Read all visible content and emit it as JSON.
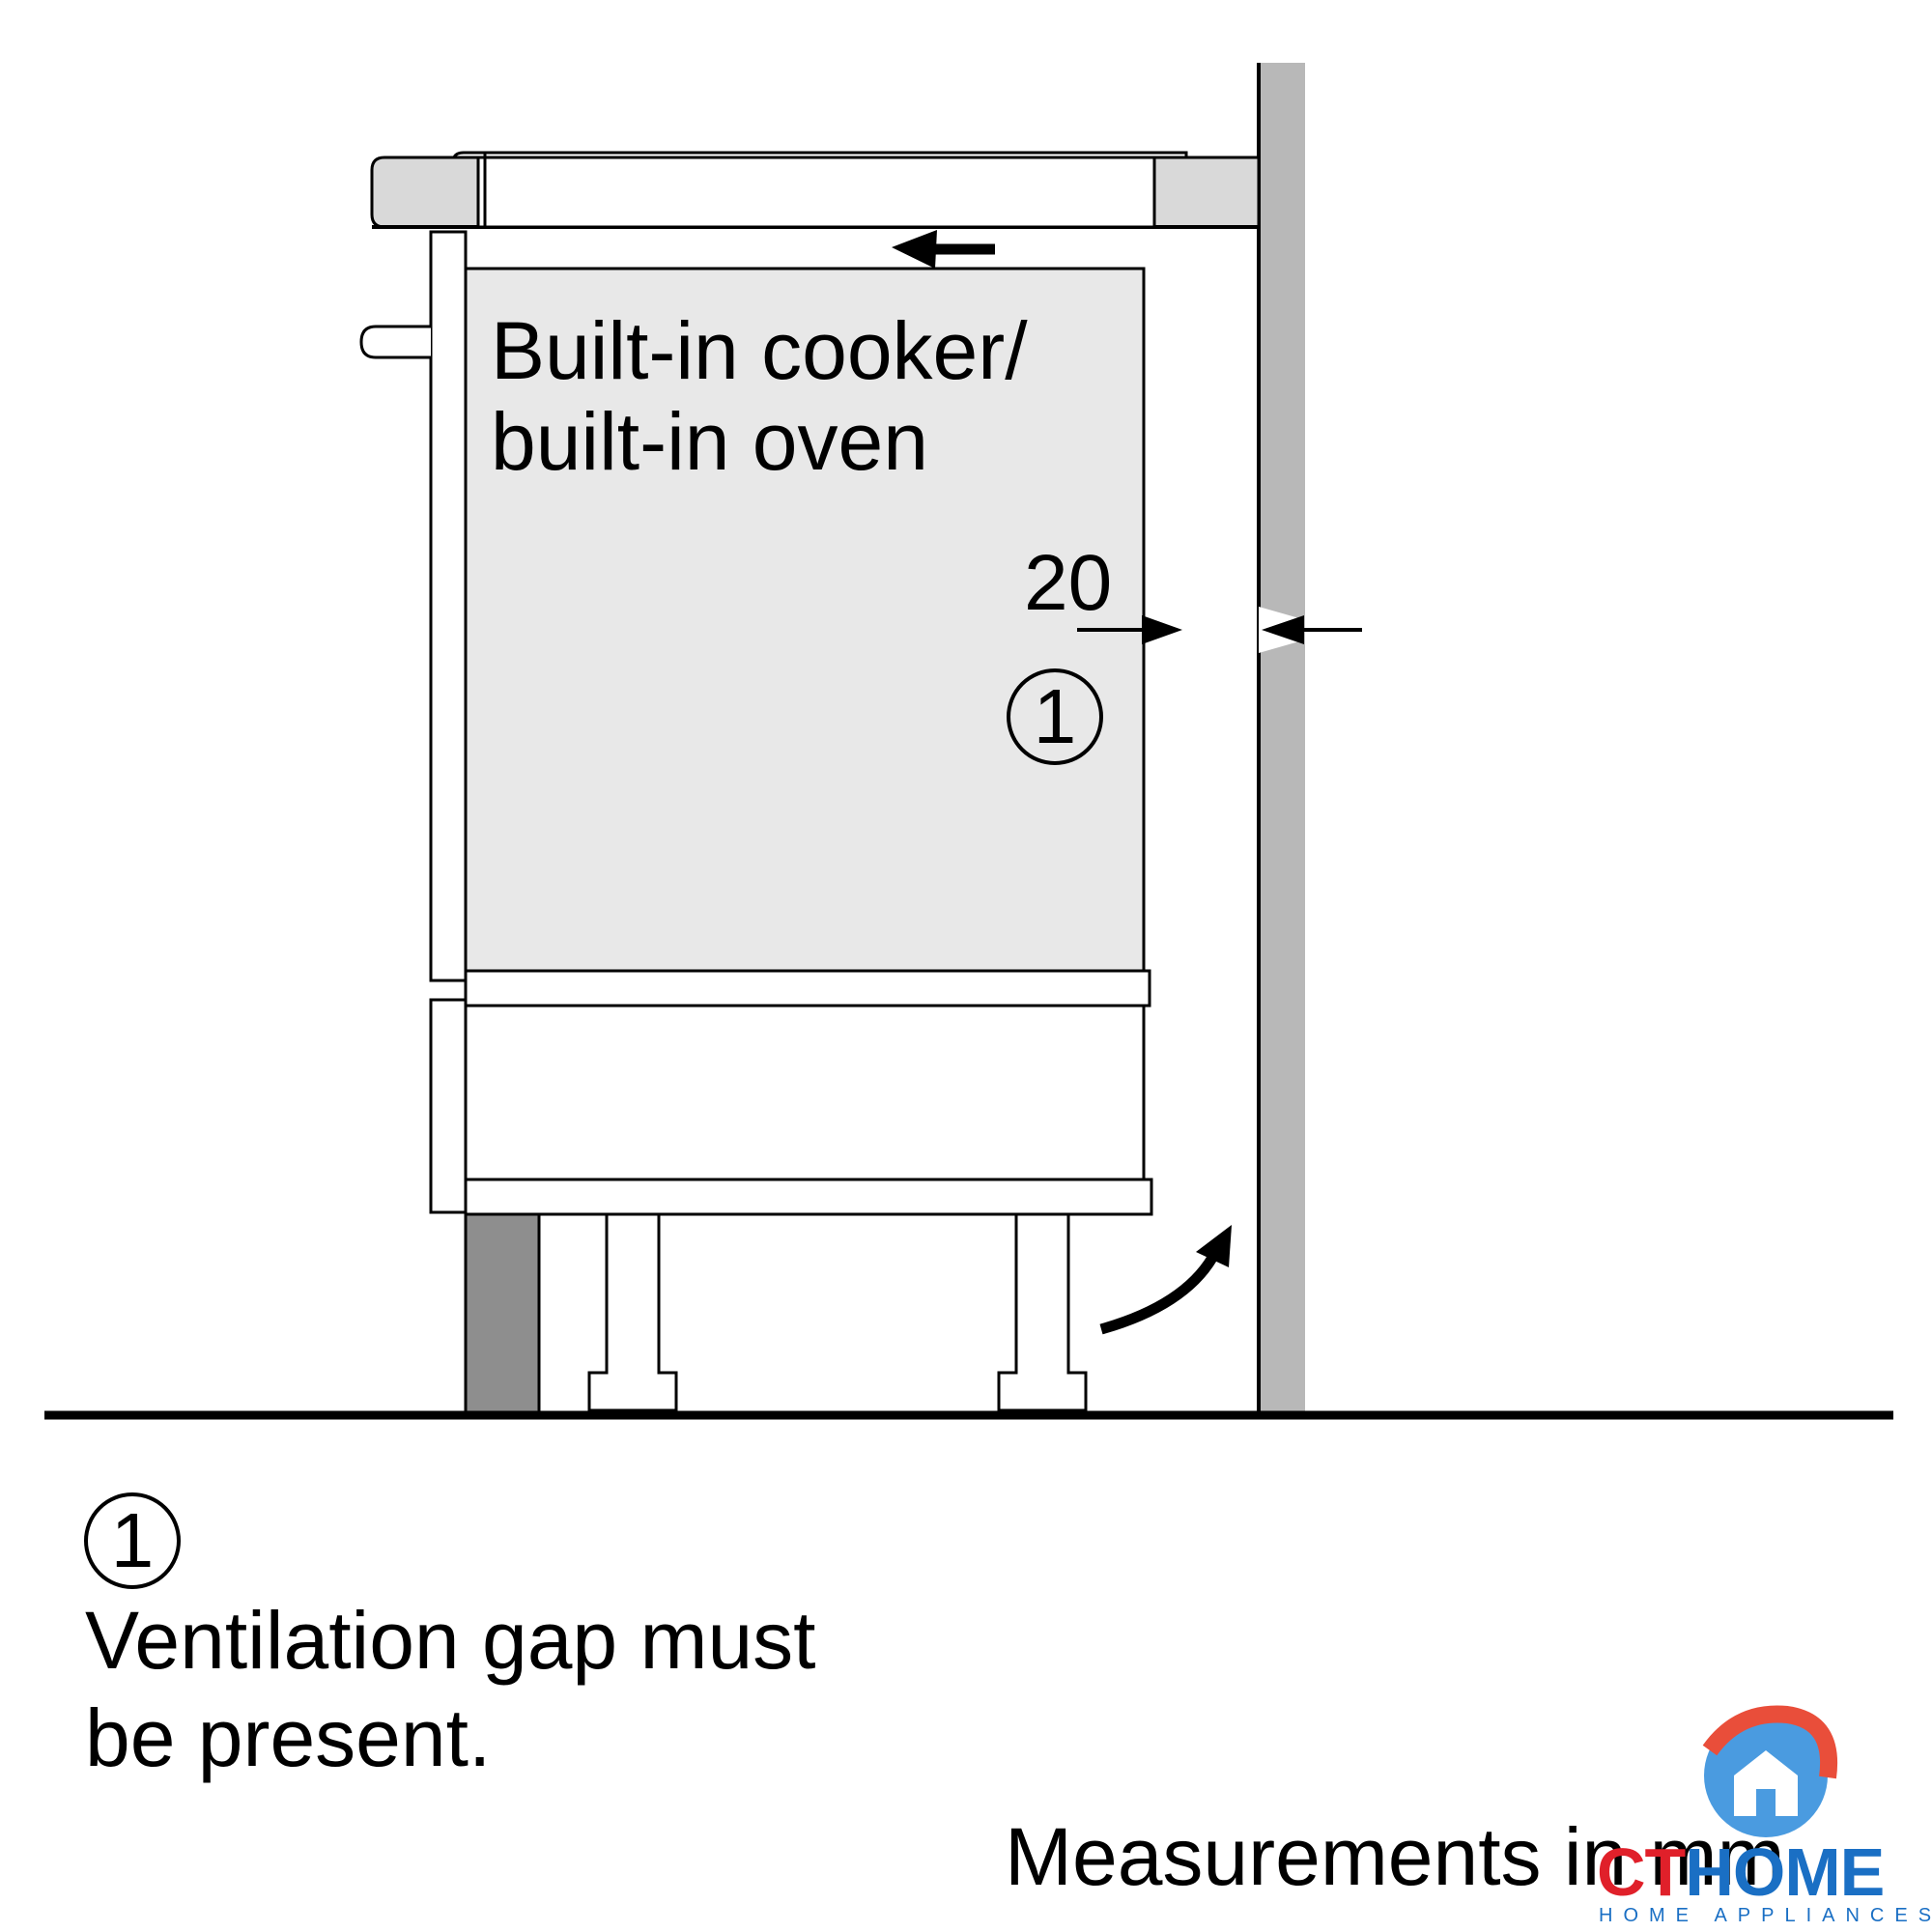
{
  "labels": {
    "cooker_line1": "Built-in cooker/",
    "cooker_line2": "built-in oven",
    "gap_value": "20",
    "callout_number": "1",
    "legend_number": "1",
    "legend_line1": "Ventilation gap must",
    "legend_line2": "be present.",
    "measurements_note": "Measurements in mm"
  },
  "logo": {
    "word_ct": "CT",
    "word_home": "HOME",
    "subtitle": "HOME APPLIANCES"
  },
  "colors": {
    "wall": "#b8b8b8",
    "plinth": "#8e8e8e",
    "appliance_fill": "#e8e8e8",
    "worktop": "#d9d9d9",
    "line": "#000000",
    "logo_red": "#e0202a",
    "logo_blue": "#1a6fc4"
  }
}
